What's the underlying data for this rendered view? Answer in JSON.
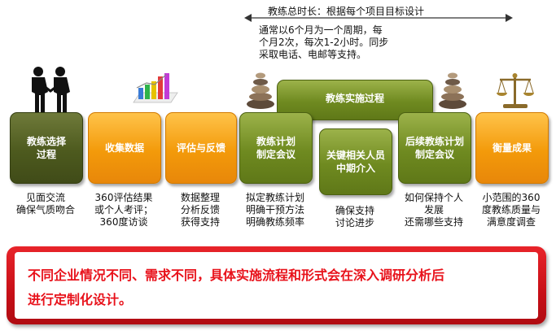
{
  "timeline": {
    "label": "教练总时长：根据每个项目目标设计",
    "note_lines": [
      "通常以6个月为一个周期，每",
      "个月2次，每次1-2小时。同步",
      "采取电话、电邮等支持。"
    ]
  },
  "steps": [
    {
      "title_lines": [
        "教练选择",
        "过程"
      ],
      "desc_lines": [
        "见面交流",
        "确保气质吻合"
      ]
    },
    {
      "title_lines": [
        "收集数据"
      ],
      "desc_lines": [
        "360评估结果",
        "或个人考评；",
        "360度访谈"
      ]
    },
    {
      "title_lines": [
        "评估与反馈"
      ],
      "desc_lines": [
        "数据整理",
        "分析反馈",
        "获得支持"
      ]
    },
    {
      "title_lines": [
        "教练计划",
        "制定会议"
      ],
      "desc_lines": [
        "拟定教练计划",
        "明确干预方法",
        "明确教练频率"
      ]
    },
    {
      "title_lines": [
        "关键相关人员",
        "中期介入"
      ],
      "desc_lines": [
        "确保支持",
        "讨论进步"
      ]
    },
    {
      "title_lines": [
        "后续教练计划",
        "制定会议"
      ],
      "desc_lines": [
        "如何保持个人",
        "发展",
        "还需哪些支持"
      ]
    },
    {
      "title_lines": [
        "衡量成果"
      ],
      "desc_lines": [
        "小范围的360",
        "度教练质量与",
        "满意度调查"
      ]
    }
  ],
  "process_header": "教练实施过程",
  "banner": {
    "lines": [
      "不同企业情况不同、需求不同，具体实施流程和形式会在深入调研分析后",
      "进行定制化设计。"
    ]
  },
  "colors": {
    "orange": "#f39a0a",
    "olive": "#6f8a20",
    "dark_olive": "#4d5a1e",
    "red": "#c70f17",
    "banner_text": "#e8121b"
  },
  "icons": [
    "handshake-icon",
    "bar-chart-icon",
    "stacked-stones-icon",
    "stacked-stones-icon",
    "balance-scale-icon"
  ]
}
